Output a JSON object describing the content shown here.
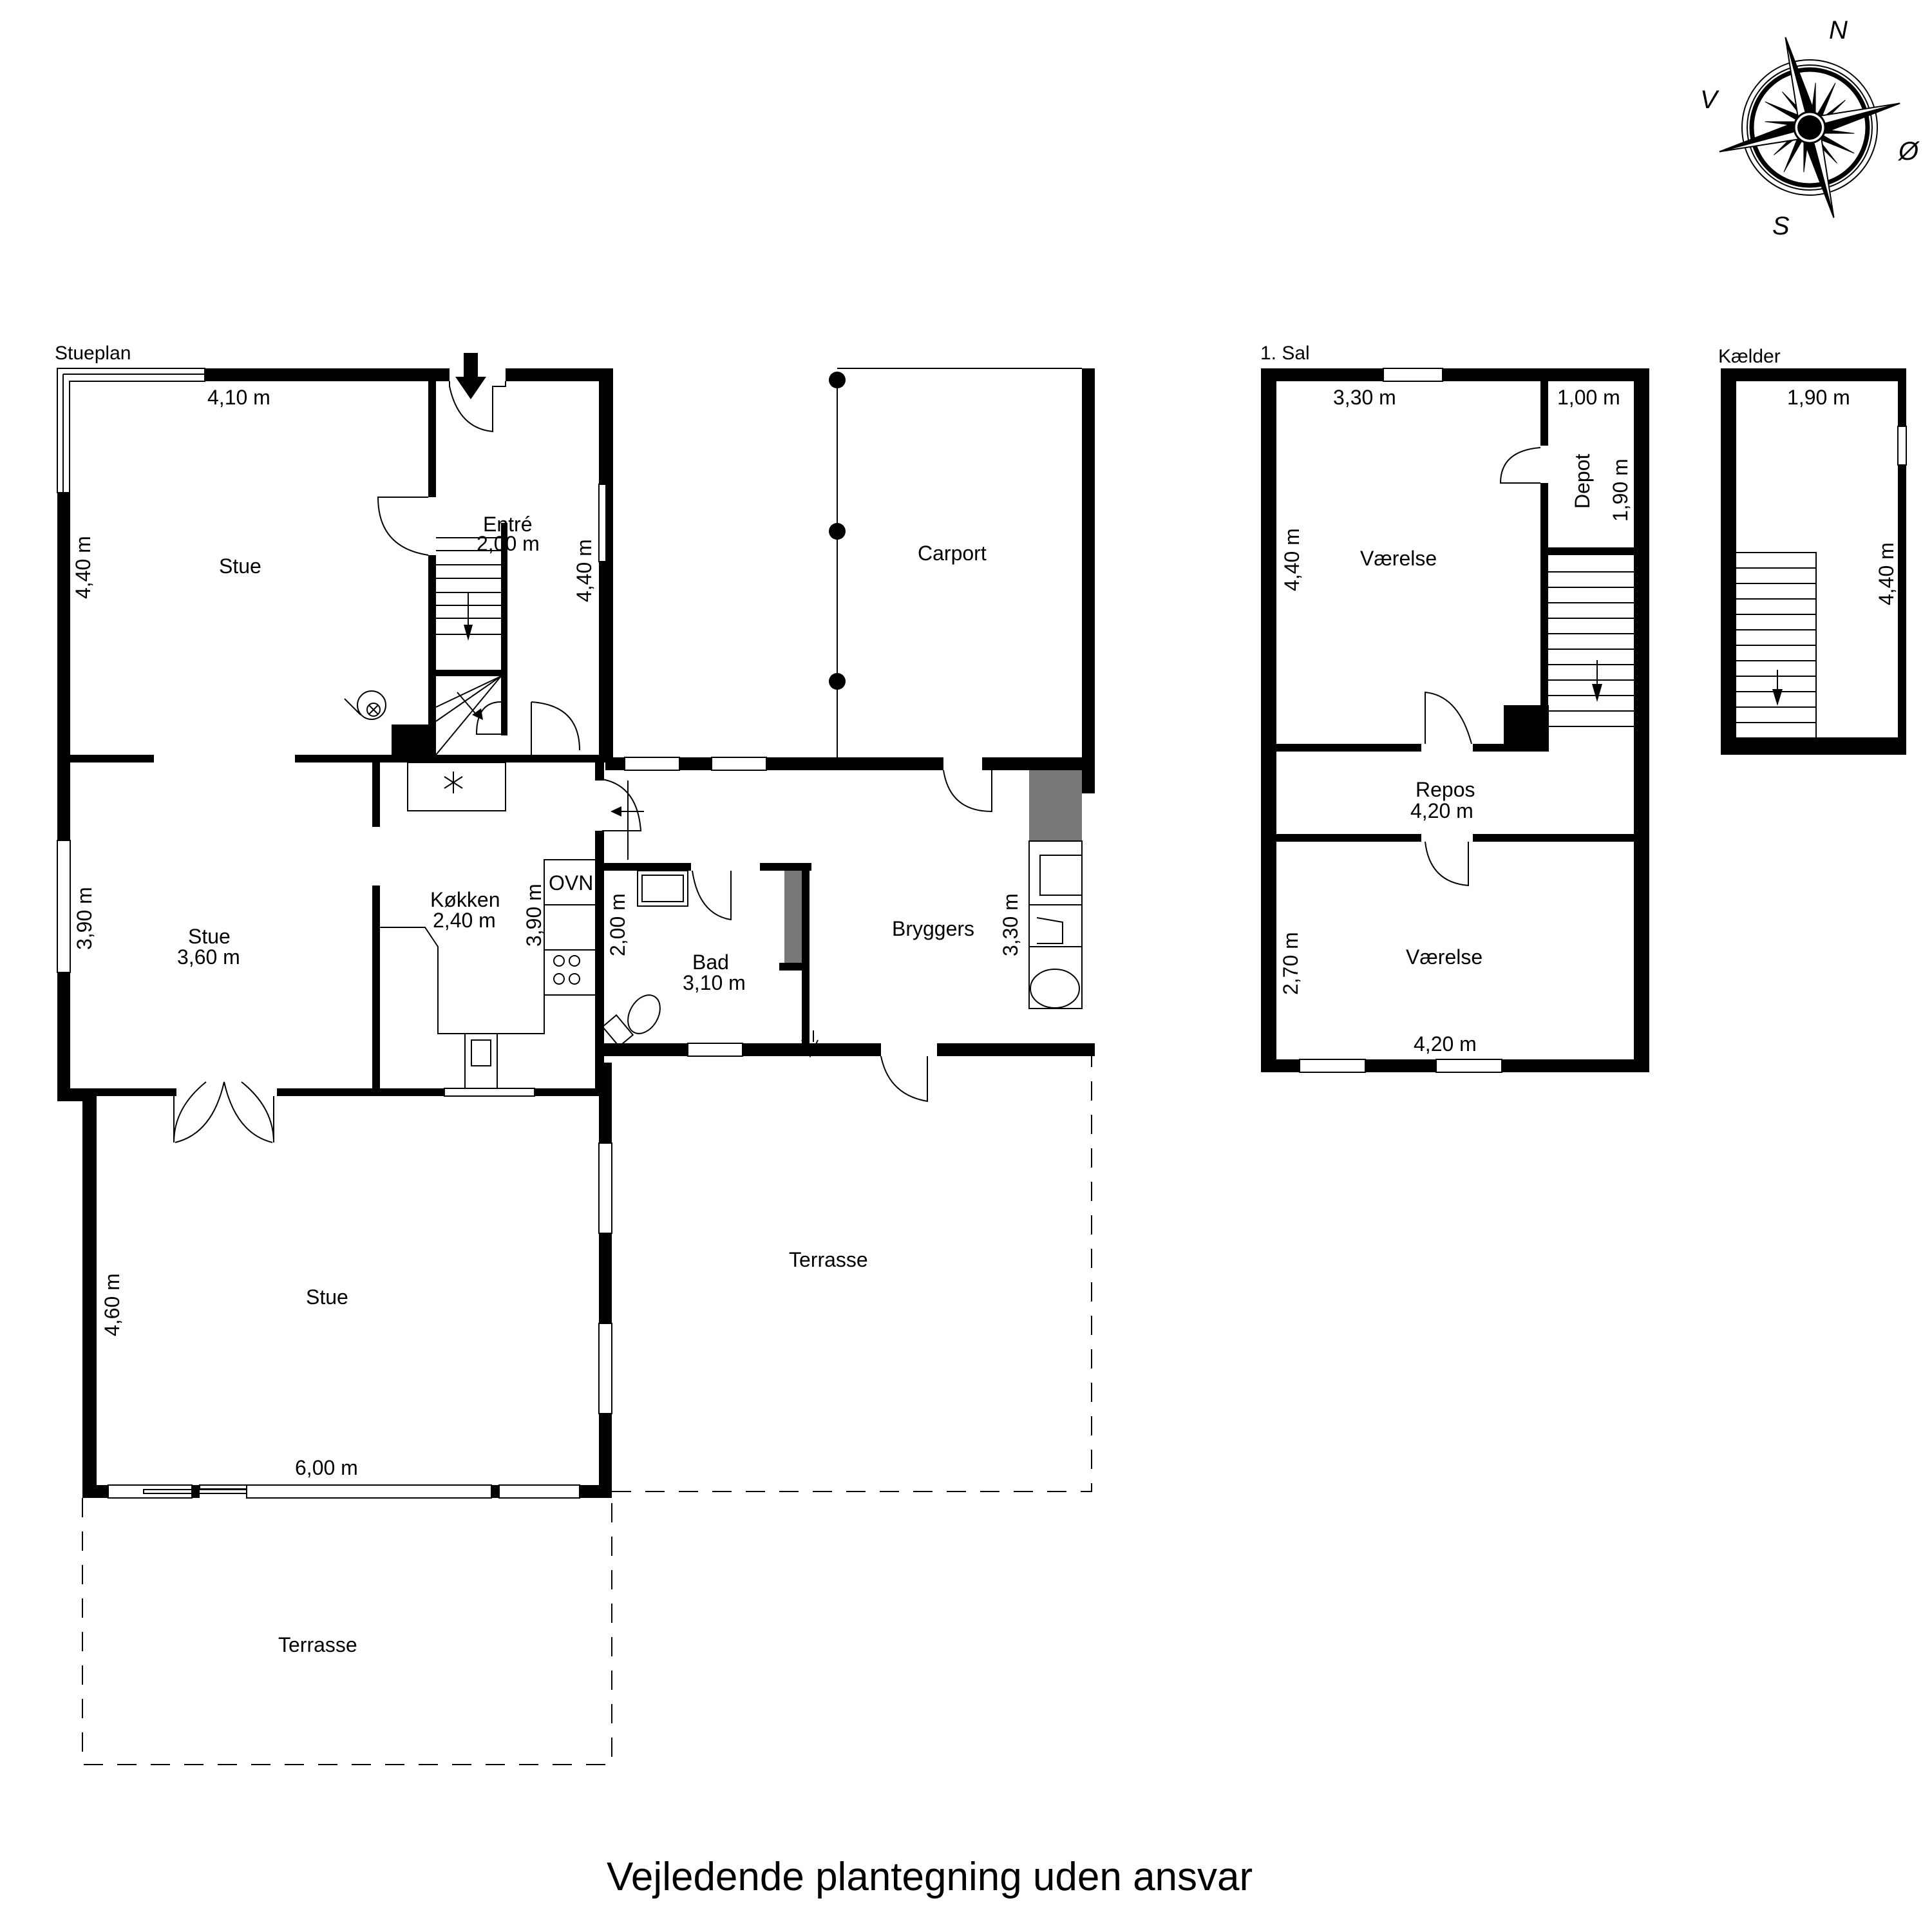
{
  "footer": {
    "disclaimer": "Vejledende plantegning uden ansvar"
  },
  "compass": {
    "north": "N",
    "south": "S",
    "east": "Ø",
    "west": "V"
  },
  "floors": {
    "ground": {
      "title": "Stueplan",
      "rooms": {
        "stue_north": {
          "name": "Stue",
          "dim_top": "4,10 m",
          "dim_side": "4,40 m"
        },
        "entre": {
          "name": "Entré",
          "dim": "2,00 m",
          "dim_side": "4,40 m"
        },
        "carport": {
          "name": "Carport"
        },
        "stue_mid": {
          "name": "Stue",
          "dim": "3,60 m",
          "dim_side": "3,90 m"
        },
        "kokken": {
          "name": "Køkken",
          "dim": "2,40 m",
          "dim_side": "3,90 m",
          "oven": "OVN"
        },
        "bad": {
          "name": "Bad",
          "dim": "3,10 m",
          "dim_side": "2,00 m"
        },
        "bryggers": {
          "name": "Bryggers",
          "dim_side": "3,30 m"
        },
        "stue_south": {
          "name": "Stue",
          "dim_bottom": "6,00 m",
          "dim_side": "4,60 m"
        },
        "terrasse_east": {
          "name": "Terrasse"
        },
        "terrasse_south": {
          "name": "Terrasse"
        }
      }
    },
    "first": {
      "title": "1. Sal",
      "rooms": {
        "vaerelse_north": {
          "name": "Værelse",
          "dim_top": "3,30 m",
          "dim_side": "4,40 m"
        },
        "depot": {
          "name": "Depot",
          "dim_top": "1,00 m",
          "dim_side": "1,90 m"
        },
        "repos": {
          "name": "Repos",
          "dim": "4,20 m"
        },
        "vaerelse_south": {
          "name": "Værelse",
          "dim_bottom": "4,20 m",
          "dim_side": "2,70 m"
        }
      }
    },
    "basement": {
      "title": "Kælder",
      "dim_top": "1,90 m",
      "dim_side": "4,40 m"
    }
  }
}
